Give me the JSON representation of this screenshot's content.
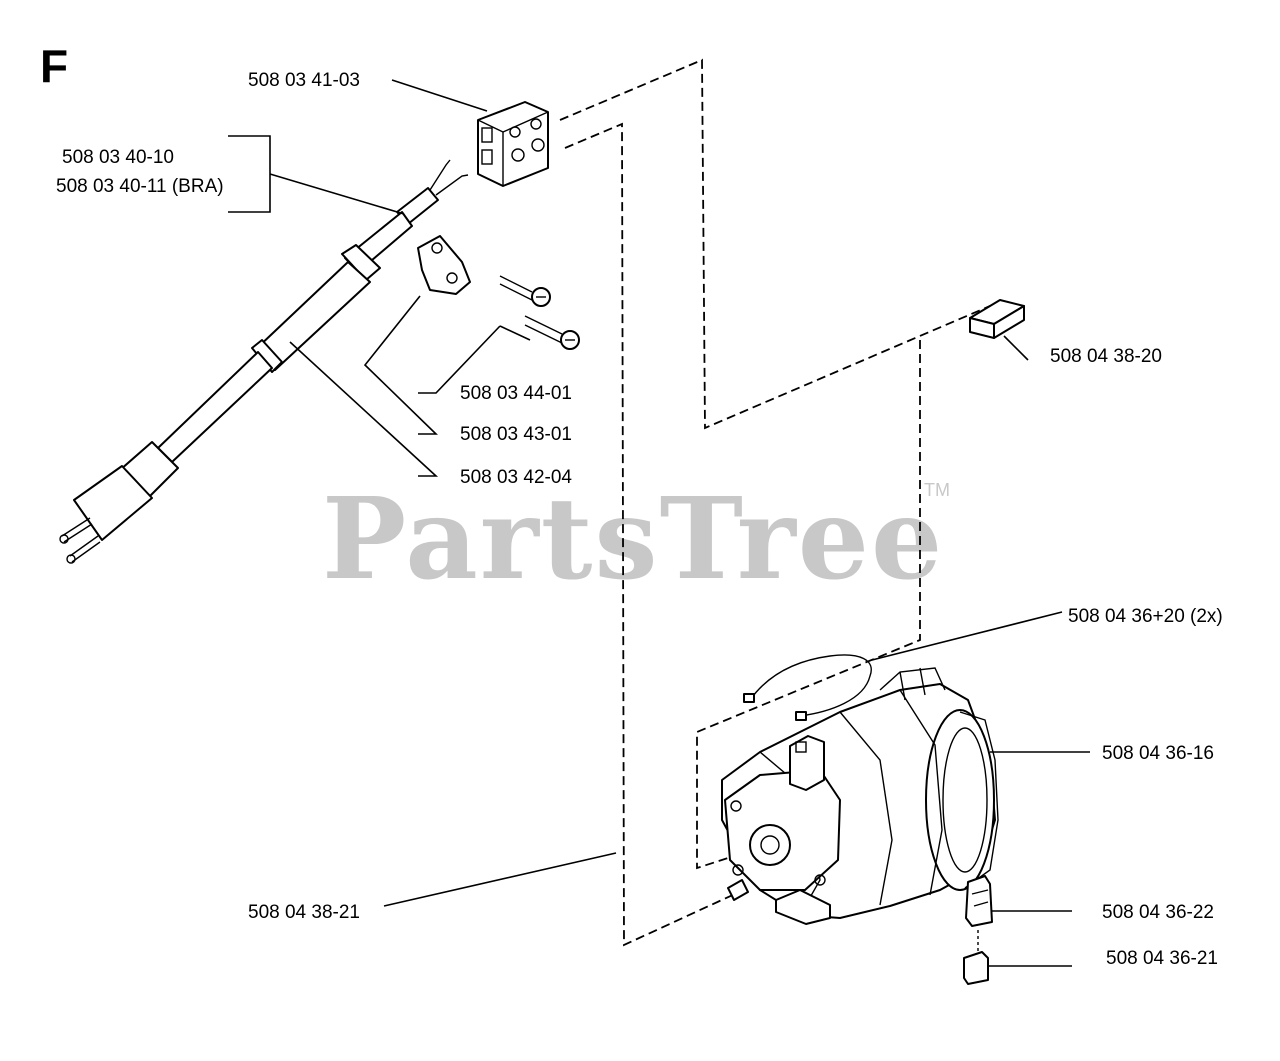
{
  "section_letter": "F",
  "watermark": {
    "text": "PartsTree",
    "tm": "TM"
  },
  "labels": {
    "terminal_block": "508 03 41-03",
    "cord_a": "508 03 40-10",
    "cord_b": "508 03 40-11 (BRA)",
    "screws": "508 03 44-01",
    "plate": "508 03 43-01",
    "sleeve": "508 03 42-04",
    "brush_spring_top": "508 04 38-20",
    "wire_lead": "508 04 36+20 (2x)",
    "motor": "508 04 36-16",
    "wire_bottom": "508 04 38-21",
    "brush_holder": "508 04 36-22",
    "carbon_brush": "508 04 36-21"
  }
}
